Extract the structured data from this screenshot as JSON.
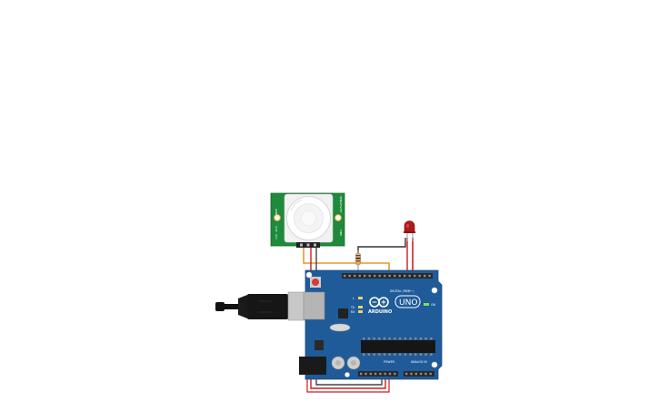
{
  "canvas": {
    "background": "#ffffff"
  },
  "arduino": {
    "brand_label": "ARDUINO",
    "model_label": "UNO",
    "header_label": "DIGITAL (PWM~)",
    "power_label": "POWER",
    "analog_label": "ANALOG IN",
    "led_labels": [
      "L",
      "TX",
      "RX"
    ],
    "on_label": "ON",
    "board_color": "#1f5b99"
  },
  "pir_sensor": {
    "left_labels": [
      "GND",
      "OUT",
      "VCC"
    ],
    "right_labels": [
      "SENSITIVITY",
      "TIME"
    ],
    "board_color": "#1e8a3c"
  },
  "led": {
    "color": "#b01a1a"
  },
  "wires": {
    "signal_color": "#e59a2a",
    "power_color": "#c8201e",
    "ground_color": "#333333"
  }
}
